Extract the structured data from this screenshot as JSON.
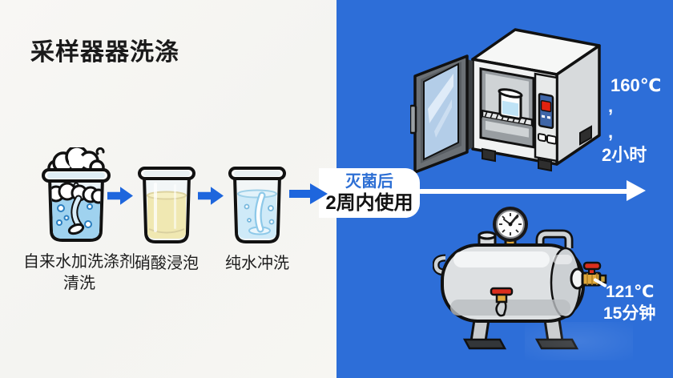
{
  "title": "采样器器洗涤",
  "colors": {
    "panel_left_bg": "#f7f6f3",
    "panel_right_bg": "#2d6ed8",
    "arrow_blue": "#1e66dd",
    "badge_accent_blue": "#2d6fd4",
    "annotation_white": "#ffffff",
    "beaker1_water": "#9fd2ef",
    "beaker2_liquid": "#f0e8b2",
    "beaker3_water": "#cfeaf8",
    "valve_red": "#da2f1e",
    "brass": "#e0a93d"
  },
  "wash_steps": [
    {
      "icon": "beaker-detergent-icon",
      "label": "自来水加洗涤剂\n清洗"
    },
    {
      "icon": "beaker-nitric-acid-icon",
      "label": "硝酸浸泡"
    },
    {
      "icon": "beaker-pure-water-icon",
      "label": "纯水冲洗"
    }
  ],
  "badge": {
    "line1": "灭菌后",
    "line2": "2周内使用"
  },
  "oven": {
    "icon": "drying-oven-icon",
    "annotation": [
      "160℃",
      ",",
      ",",
      "2小时"
    ]
  },
  "autoclave": {
    "icon": "autoclave-icon",
    "annotation": [
      "121℃",
      "15分钟"
    ]
  }
}
